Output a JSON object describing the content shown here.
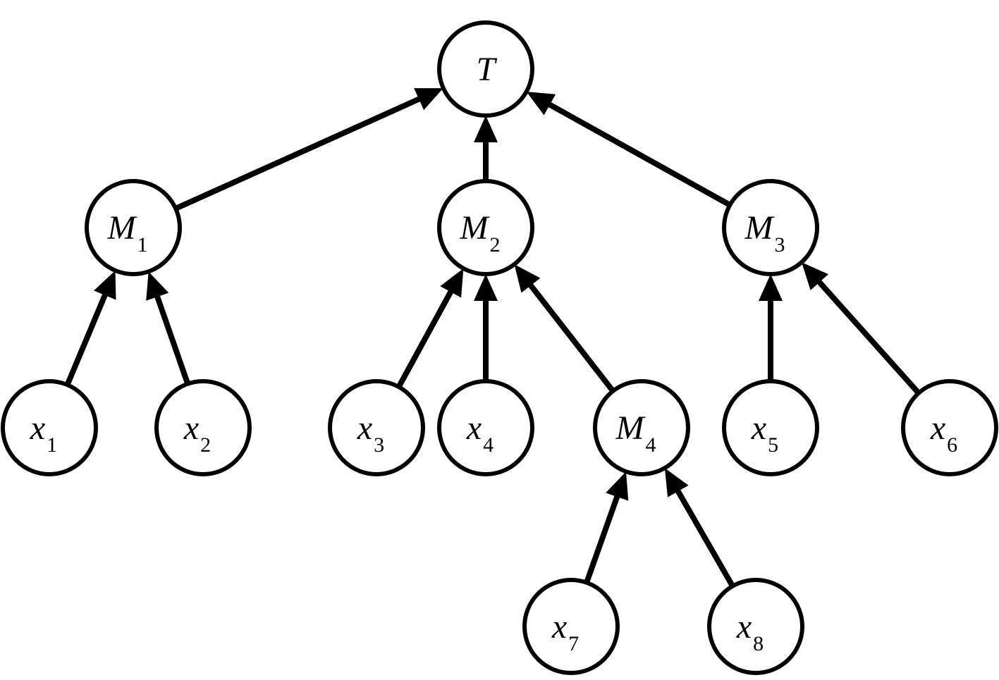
{
  "diagram": {
    "type": "tree",
    "nodes": [
      {
        "id": "T",
        "main": "T",
        "sub": ""
      },
      {
        "id": "M1",
        "main": "M",
        "sub": "1"
      },
      {
        "id": "M2",
        "main": "M",
        "sub": "2"
      },
      {
        "id": "M3",
        "main": "M",
        "sub": "3"
      },
      {
        "id": "M4",
        "main": "M",
        "sub": "4"
      },
      {
        "id": "x1",
        "main": "x",
        "sub": "1"
      },
      {
        "id": "x2",
        "main": "x",
        "sub": "2"
      },
      {
        "id": "x3",
        "main": "x",
        "sub": "3"
      },
      {
        "id": "x4",
        "main": "x",
        "sub": "4"
      },
      {
        "id": "x5",
        "main": "x",
        "sub": "5"
      },
      {
        "id": "x6",
        "main": "x",
        "sub": "6"
      },
      {
        "id": "x7",
        "main": "x",
        "sub": "7"
      },
      {
        "id": "x8",
        "main": "x",
        "sub": "8"
      }
    ],
    "edges": [
      {
        "from": "M1",
        "to": "T"
      },
      {
        "from": "M2",
        "to": "T"
      },
      {
        "from": "M3",
        "to": "T"
      },
      {
        "from": "x1",
        "to": "M1"
      },
      {
        "from": "x2",
        "to": "M1"
      },
      {
        "from": "x3",
        "to": "M2"
      },
      {
        "from": "x4",
        "to": "M2"
      },
      {
        "from": "M4",
        "to": "M2"
      },
      {
        "from": "x5",
        "to": "M3"
      },
      {
        "from": "x6",
        "to": "M3"
      },
      {
        "from": "x7",
        "to": "M4"
      },
      {
        "from": "x8",
        "to": "M4"
      }
    ],
    "colors": {
      "stroke": "#000000",
      "fill": "#ffffff",
      "background": "#ffffff"
    }
  }
}
